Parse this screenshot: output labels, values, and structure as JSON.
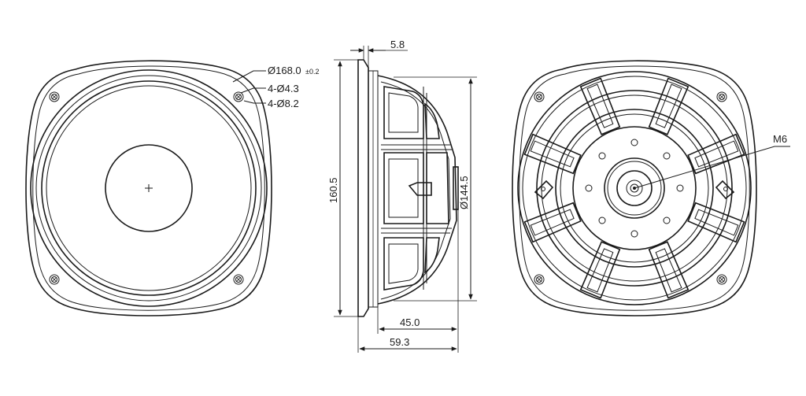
{
  "front_view": {
    "diameter_label": "Ø168.0",
    "diameter_tolerance": "±0.2",
    "hole_small_label": "4-Ø4.3",
    "hole_large_label": "4-Ø8.2"
  },
  "side_view": {
    "flange_thickness_label": "5.8",
    "overall_height_label": "160.5",
    "basket_diameter_label": "Ø144.5",
    "magnet_depth_label": "45.0",
    "overall_depth_label": "59.3"
  },
  "rear_view": {
    "thread_label": "M6"
  }
}
